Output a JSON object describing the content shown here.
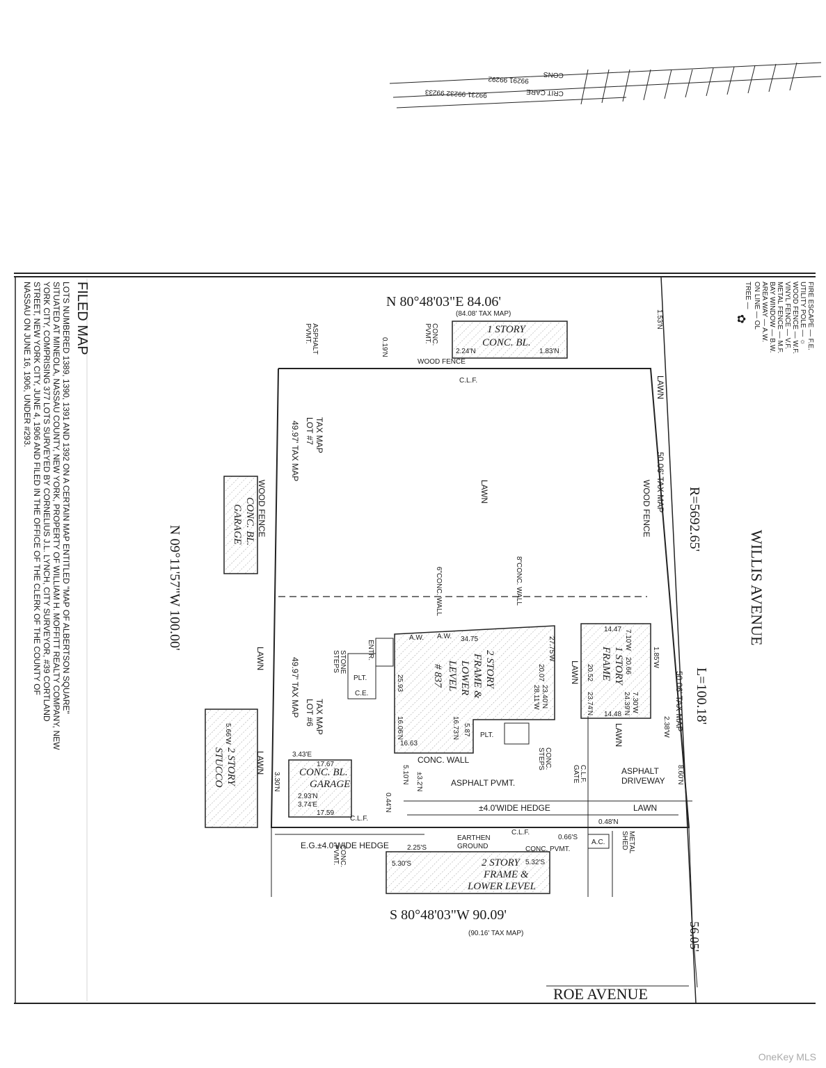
{
  "header_fragment": {
    "lines": [
      "CRIT CARE",
      "99231 99232 99233",
      "99291 99292",
      "CONS"
    ]
  },
  "filed_map": {
    "title": "FILED MAP",
    "lines": [
      "LOTS NUMBERED 1389, 1390, 1391 AND 1392 ON A CERTAIN MAP ENTITLED \"MAP OF ALBERTSON SQUARE\"",
      "SITUATED AT MINEOLA, NASSAU COUNTY, NEW YORK, PROPERTY OF WILLIAM H. MOFFITT REALTY COMPANY, NEW",
      "YORK CITY, COMPRISING 377 LOTS SURVEYED BY CORNELIUS J.L. LYNCH, CITY SURVEYOR, #39 CORTLAND",
      "STREET, NEW YORK CITY, JUNE 4, 1906 AND FILED IN THE OFFICE OF THE CLERK OF THE COUNTY OF",
      "NASSAU ON JUNE 16, 1906, UNDER #293."
    ]
  },
  "legend": {
    "items": [
      "FIRE ESCAPE — F.E.",
      "UTILITY POLE — ☼",
      "WOOD FENCE — W.F.",
      "VINYL FENCE — V.F.",
      "METAL FENCE — M.F.",
      "BAY WINDOW — B.W.",
      "AREA WAY — A.W.",
      "ON LINE — OL",
      "TREE —"
    ]
  },
  "bearings": {
    "north": "N 80°48'03\"E  84.06'",
    "north_tax": "(84.08' TAX MAP)",
    "south": "S 80°48'03\"W  90.09'",
    "south_tax": "(90.16' TAX MAP)",
    "west": "N 09°11'57\"W  100.00'",
    "radius": "R=5692.65'",
    "arc": "L=100.18'",
    "roe_frontage": "56.05'"
  },
  "streets": {
    "willis": "WILLIS AVENUE",
    "roe": "ROE AVENUE"
  },
  "buildings": {
    "main": [
      "2 STORY",
      "FRAME &",
      "LOWER",
      "LEVEL",
      "# 837"
    ],
    "side_frame": [
      "1 STORY",
      "FRAME"
    ],
    "north_neighbor": [
      "1 STORY",
      "CONC. BL."
    ],
    "west_garage": [
      "CONC. BL.",
      "GARAGE"
    ],
    "stucco": [
      "2 STORY",
      "STUCCO"
    ],
    "rear_garage": [
      "CONC. BL.",
      "GARAGE"
    ],
    "south_neighbor": [
      "2 STORY",
      "FRAME &",
      "LOWER LEVEL"
    ]
  },
  "labels": {
    "lot7": [
      "TAX MAP",
      "LOT #7"
    ],
    "lot6": [
      "TAX MAP",
      "LOT #6"
    ],
    "tax_left_7": "49.97' TAX MAP",
    "tax_left_6": "49.97' TAX MAP",
    "tax_right_top": "50.06' TAX MAP",
    "tax_right_bottom": "50.06' TAX MAP",
    "wood_fence_top": "WOOD FENCE",
    "clf": "C.L.F.",
    "lawn": "LAWN",
    "asphalt_pvmt": "ASPHALT PVMT.",
    "asphalt_driveway": [
      "ASPHALT",
      "DRIVEWAY"
    ],
    "hedge": "±4.0'WIDE HEDGE",
    "eg_hedge": "E.G.±4.0'WIDE HEDGE",
    "earthen": [
      "EARTHEN",
      "GROUND"
    ],
    "conc_pvmt": "CONC. PVMT.",
    "conc_wall": "CONC. WALL",
    "ac": "A.C.",
    "metal_shed": [
      "METAL",
      "SHED"
    ],
    "clf_gate": [
      "C.L.F.",
      "GATE"
    ],
    "stone_steps": [
      "STONE",
      "STEPS"
    ],
    "conc_steps": [
      "CONC.",
      "STEPS"
    ],
    "wall8": "8\"CONC. WALL",
    "wall6": "6\"CONC. WALL",
    "aw": "A.W.",
    "entr": "ENTR.",
    "plt": "PLT.",
    "ce": "C.E.",
    "asphalt_pvmt_top": [
      "ASPHALT",
      "PVMT."
    ],
    "conc_pvmt_top": [
      "CONC.",
      "PVMT."
    ],
    "wf": "W.F."
  },
  "measurements": {
    "m_34_75": "34.75",
    "m_27_75": "27.75'W",
    "m_20_07": "20.07",
    "m_23_40": "23.40'N",
    "m_28_11": "28.11'W",
    "m_25_93": "25.93",
    "m_16_06": "16.06'N",
    "m_16_63": "16.63",
    "m_16_73": "16.73'N",
    "m_5_87": "5.87",
    "m_14_47": "14.47",
    "m_14_48": "14.48",
    "m_20_66": "20.66",
    "m_24_39": "24.39'N",
    "m_23_74": "23.74'N",
    "m_20_52": "20.52",
    "m_7_10": "7.10'W",
    "m_7_30": "7.30'W",
    "m_1_85": "1.85'W",
    "m_2_38": "2.38'W",
    "m_17_67": "17.67",
    "m_17_59": "17.59",
    "m_3_43": "3.43'E",
    "m_2_93": "2.93'N",
    "m_3_74": "3.74'E",
    "m_3_30": "3.30'N",
    "m_2_24": "2.24'N",
    "m_1_83": "1.83'N",
    "m_0_19": "0.19'N",
    "m_5_30": "5.30'S",
    "m_5_32": "5.32'S",
    "m_2_25": "2.25'S",
    "m_0_66": "0.66'S",
    "m_0_48": "0.48'N",
    "m_8_60": "8.60'N",
    "m_5_10": "5.10'N",
    "m_3_2": "±3.2'N",
    "m_0_44": "0.44'N",
    "m_1_53": "1.53'N",
    "m_5_66": "5.66'W"
  },
  "watermark": "OneKey MLS"
}
